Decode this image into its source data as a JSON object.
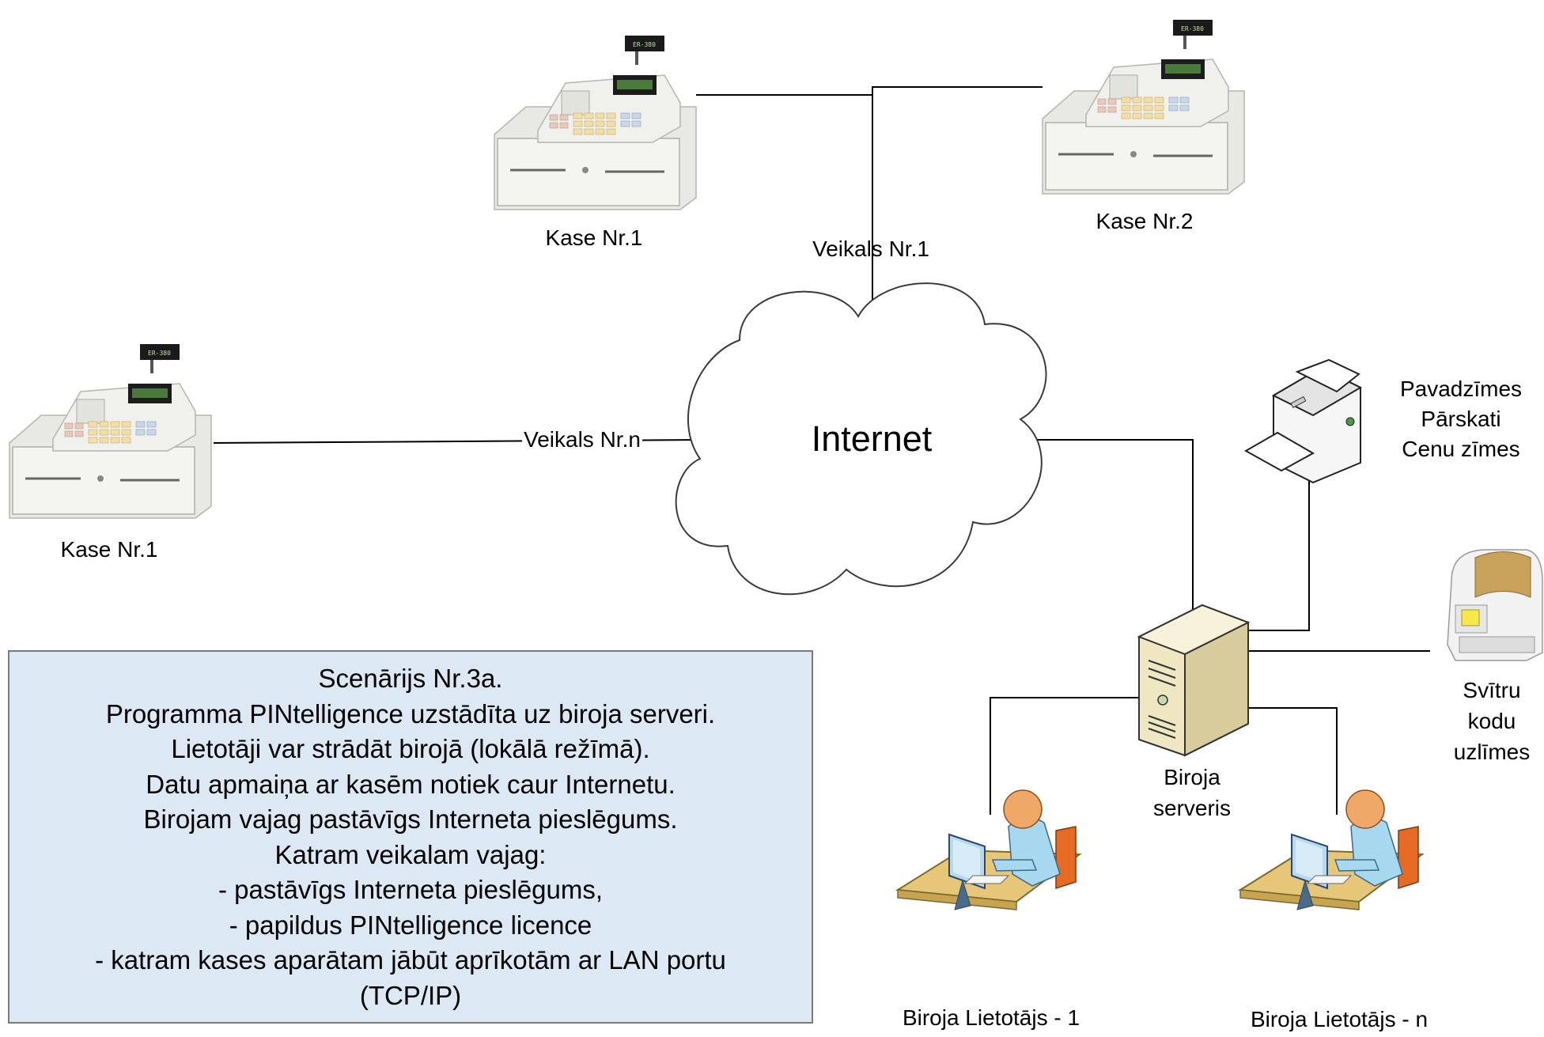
{
  "nodes": {
    "register_top_left": "Kase Nr.1",
    "register_top_right": "Kase Nr.2",
    "register_left": "Kase Nr.1",
    "store_1": "Veikals Nr.1",
    "store_n": "Veikals Nr.n",
    "cloud": "Internet",
    "printer_lines": [
      "Pavadzīmes",
      "Pārskati",
      "Cenu zīmes"
    ],
    "label_printer_lines": [
      "Svītru",
      "kodu",
      "uzlīmes"
    ],
    "server_lines": [
      "Biroja",
      "serveris"
    ],
    "user_1": "Biroja Lietotājs - 1",
    "user_n": "Biroja Lietotājs - n"
  },
  "scenario": {
    "lines": [
      "Scenārijs Nr.3a.",
      "Programma PINtelligence uzstādīta uz biroja serveri.",
      "Lietotāji var strādāt birojā (lokālā režīmā).",
      "Datu apmaiņa ar kasēm notiek caur Internetu.",
      "Birojam vajag pastāvīgs Interneta pieslēgums.",
      "Katram veikalam vajag:",
      "- pastāvīgs Interneta pieslēgums,",
      "- papildus PINtelligence licence",
      "- katram kases aparātam jābūt aprīkotām ar LAN portu",
      "(TCP/IP)"
    ]
  },
  "colors": {
    "scenario_bg": "#dde8f5",
    "line": "#000000",
    "person_head": "#f0a868",
    "person_body": "#a8d8f0",
    "desk": "#e6c77a",
    "server": "#efe6c2"
  }
}
